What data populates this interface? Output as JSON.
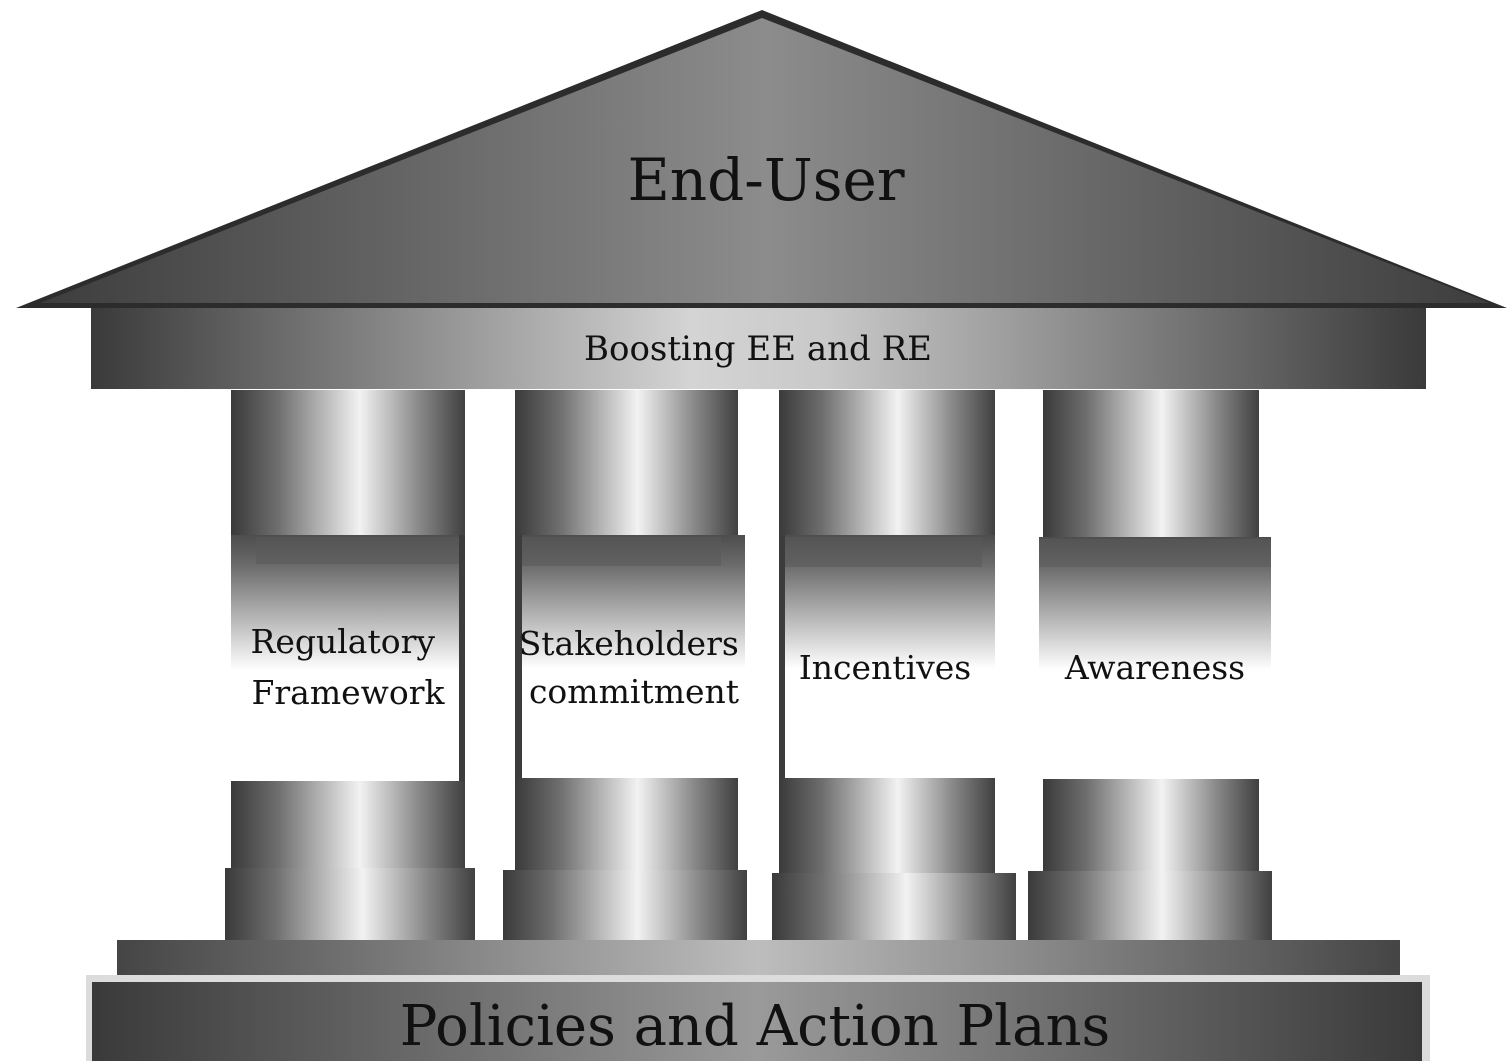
{
  "diagram": {
    "roof_label": "End-User",
    "beam_label": "Boosting EE and RE",
    "pillars": [
      {
        "label_lines": [
          "Regulatory",
          "Framework"
        ]
      },
      {
        "label_lines": [
          "Stakeholders",
          "commitment"
        ]
      },
      {
        "label_lines": [
          "Incentives"
        ]
      },
      {
        "label_lines": [
          "Awareness"
        ]
      }
    ],
    "foundation_label": "Policies and Action Plans"
  }
}
